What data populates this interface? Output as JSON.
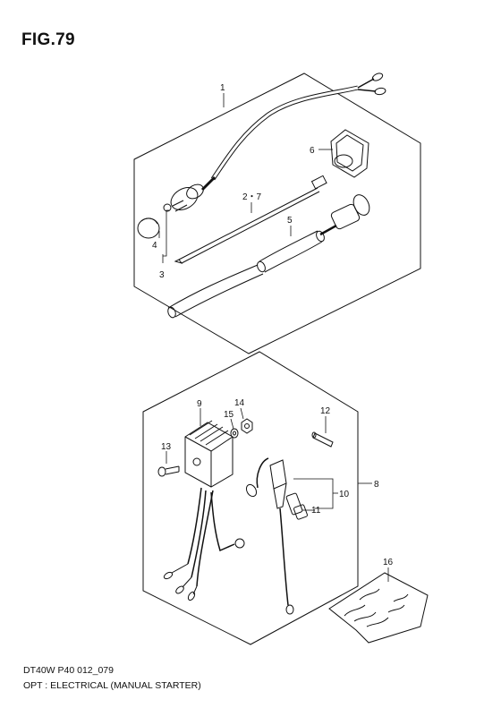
{
  "figure": {
    "title": "FIG.79",
    "model_code": "DT40W P40 012_079",
    "caption": "OPT : ELECTRICAL (MANUAL STARTER)"
  },
  "callouts": {
    "c1": "1",
    "c2_7": "2・7",
    "c3": "3",
    "c4": "4",
    "c5": "5",
    "c6": "6",
    "c8": "8",
    "c9": "9",
    "c10": "10",
    "c11": "11",
    "c12": "12",
    "c13": "13",
    "c14": "14",
    "c15": "15",
    "c16": "16"
  }
}
